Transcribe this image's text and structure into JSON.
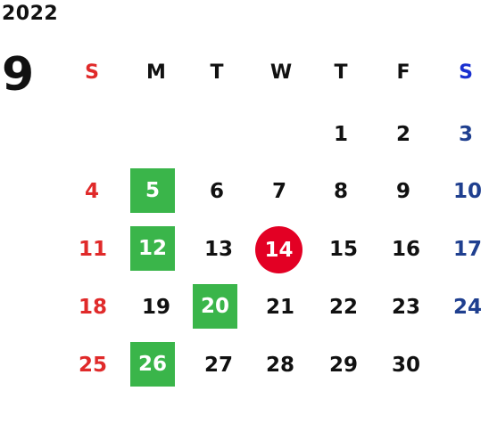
{
  "calendar": {
    "year": "2022",
    "month": "9",
    "weekdays": [
      "S",
      "M",
      "T",
      "W",
      "T",
      "F",
      "S"
    ],
    "weeks": [
      [
        "",
        "",
        "",
        "",
        "1",
        "2",
        "3"
      ],
      [
        "4",
        "5",
        "6",
        "7",
        "8",
        "9",
        "10"
      ],
      [
        "11",
        "12",
        "13",
        "14",
        "15",
        "16",
        "17"
      ],
      [
        "18",
        "19",
        "20",
        "21",
        "22",
        "23",
        "24"
      ],
      [
        "25",
        "26",
        "27",
        "28",
        "29",
        "30",
        ""
      ]
    ],
    "highlighted_green": [
      "5",
      "12",
      "20",
      "26"
    ],
    "highlighted_red_circle": [
      "14"
    ],
    "colors": {
      "sunday": "#e02a2a",
      "saturday_header": "#1a30d0",
      "saturday": "#1f3f8f",
      "weekday": "#111111",
      "green_highlight": "#3ab54a",
      "red_highlight": "#e30024"
    }
  }
}
